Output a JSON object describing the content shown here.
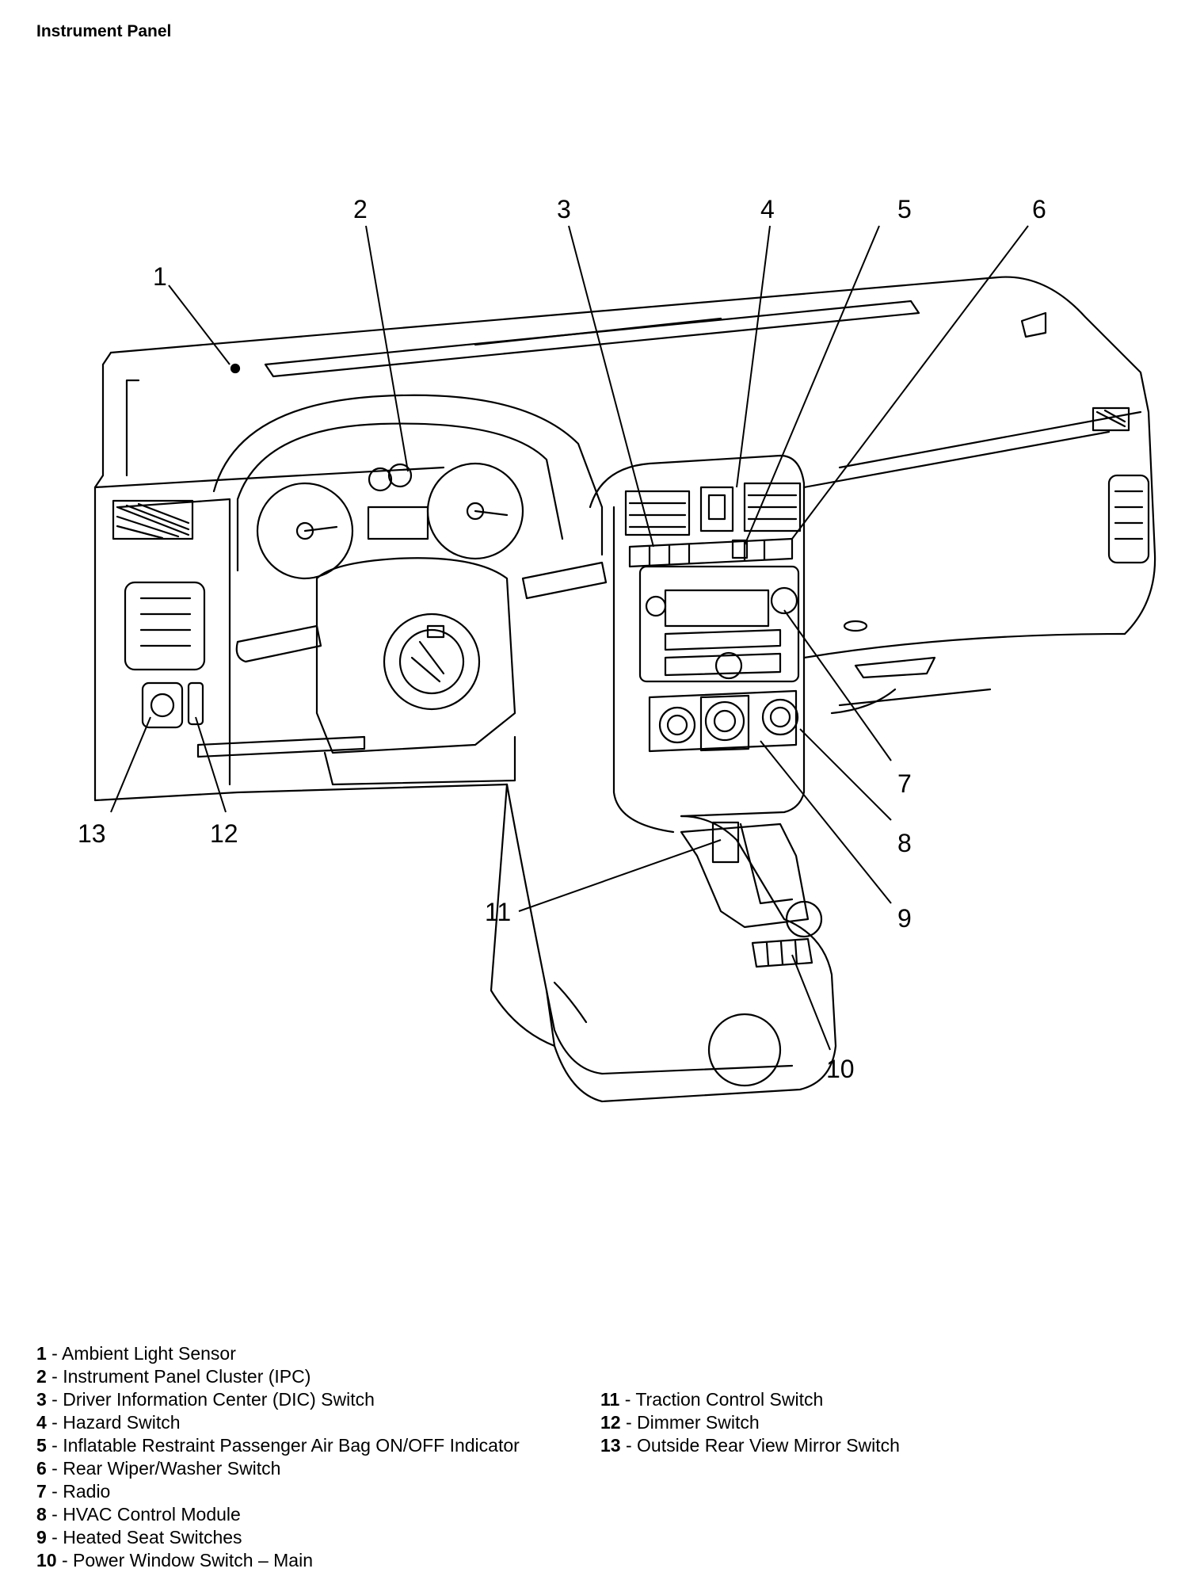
{
  "title": "Instrument Panel",
  "callouts": [
    "1",
    "2",
    "3",
    "4",
    "5",
    "6",
    "7",
    "8",
    "9",
    "10",
    "11",
    "12",
    "13"
  ],
  "legend": [
    {
      "num": "1",
      "sep": " - ",
      "label": "Ambient Light Sensor"
    },
    {
      "num": "2",
      "sep": " - ",
      "label": "Instrument Panel Cluster (IPC)"
    },
    {
      "num": "3",
      "sep": " - ",
      "label": "Driver Information Center (DIC) Switch"
    },
    {
      "num": "4",
      "sep": " - ",
      "label": "Hazard Switch"
    },
    {
      "num": "5",
      "sep": " - ",
      "label": "Inflatable Restraint Passenger Air Bag ON/OFF Indicator"
    },
    {
      "num": "6",
      "sep": " - ",
      "label": "Rear Wiper/Washer Switch"
    },
    {
      "num": "7",
      "sep": " - ",
      "label": "Radio"
    },
    {
      "num": "8",
      "sep": " - ",
      "label": "HVAC Control Module"
    },
    {
      "num": "9",
      "sep": " - ",
      "label": "Heated Seat Switches"
    },
    {
      "num": "10",
      "sep": " - ",
      "label": "Power Window Switch – Main"
    },
    {
      "num": "11",
      "sep": " - ",
      "label": "Traction Control Switch"
    },
    {
      "num": "12",
      "sep": " - ",
      "label": "Dimmer Switch"
    },
    {
      "num": "13",
      "sep": " - ",
      "label": "Outside Rear View Mirror Switch"
    }
  ]
}
